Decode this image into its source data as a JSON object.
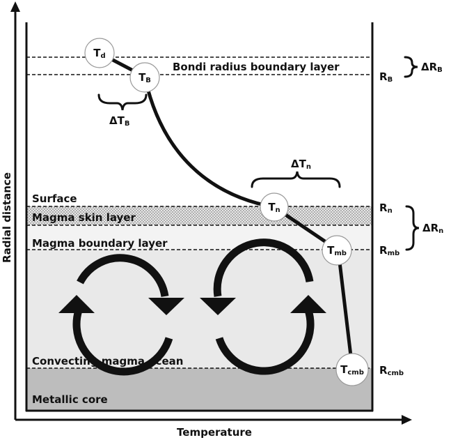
{
  "axes": {
    "y_label": "Radial distance",
    "x_label": "Temperature"
  },
  "layers": {
    "bondi": "Bondi radius boundary layer",
    "surface": "Surface",
    "skin": "Magma skin layer",
    "boundary": "Magma boundary layer",
    "ocean": "Convecting magma ocean",
    "core": "Metallic core"
  },
  "temperatures": {
    "td": {
      "base": "T",
      "sub": "d"
    },
    "tb": {
      "base": "T",
      "sub": "B"
    },
    "tn": {
      "base": "T",
      "sub": "n"
    },
    "tmb": {
      "base": "T",
      "sub": "mb"
    },
    "tcmb": {
      "base": "T",
      "sub": "cmb"
    }
  },
  "radii": {
    "rb": {
      "base": "R",
      "sub": "B"
    },
    "rn": {
      "base": "R",
      "sub": "n"
    },
    "rmb": {
      "base": "R",
      "sub": "mb"
    },
    "rcmb": {
      "base": "R",
      "sub": "cmb"
    }
  },
  "deltas": {
    "delta_tb": {
      "base": "ΔT",
      "sub": "B"
    },
    "delta_tn": {
      "base": "ΔT",
      "sub": "n"
    },
    "delta_rb": {
      "base": "ΔR",
      "sub": "B"
    },
    "delta_rn": {
      "base": "ΔR",
      "sub": "n"
    }
  },
  "colors": {
    "ink": "#111111",
    "ocean_fill": "#e9e9e9",
    "core_fill": "#bdbdbd",
    "skin_fill": "#d6d6d6"
  }
}
